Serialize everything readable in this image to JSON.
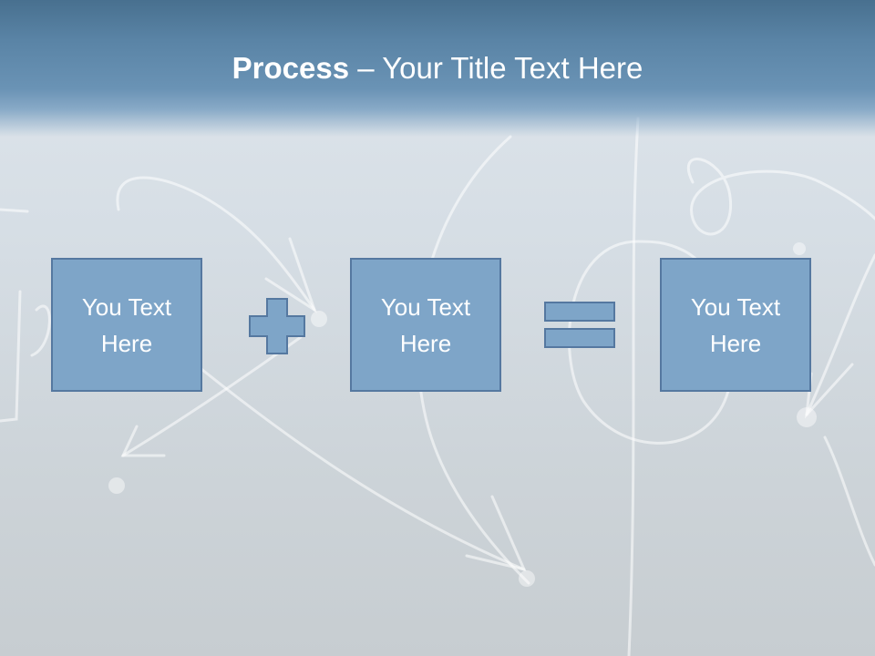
{
  "title": {
    "bold": "Process",
    "rest": " – Your Title Text Here"
  },
  "boxes": [
    {
      "text": "You Text Here"
    },
    {
      "text": "You Text Here"
    },
    {
      "text": "You Text Here"
    }
  ],
  "operators": [
    "plus-icon",
    "equals-icon"
  ],
  "colors": {
    "title_band": "#5a84a6",
    "box_fill": "#7ea5c8",
    "box_border": "#5578a0",
    "text": "#ffffff",
    "background": "#d6dee5"
  }
}
